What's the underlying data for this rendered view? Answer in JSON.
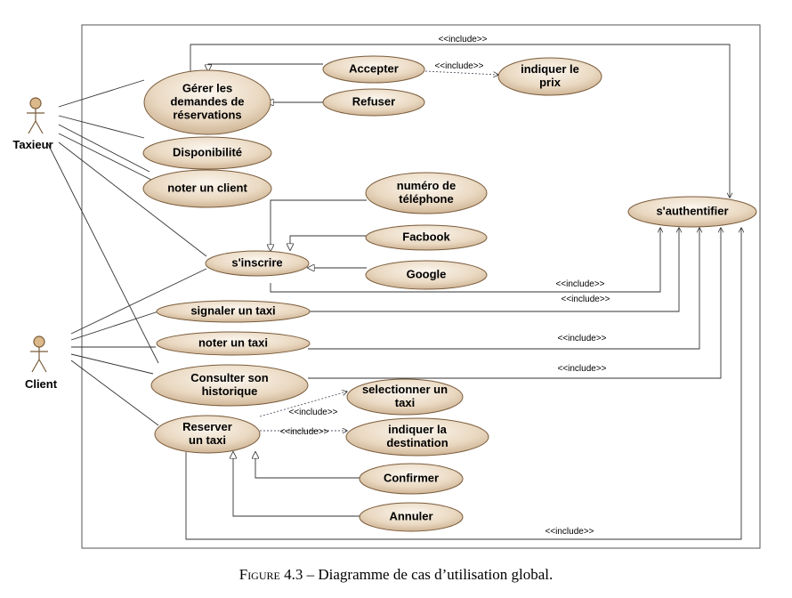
{
  "actors": {
    "taxieur": "Taxieur",
    "client": "Client"
  },
  "use_cases": {
    "gerer": [
      "Gérer les",
      "demandes de",
      "réservations"
    ],
    "accepter": [
      "Accepter"
    ],
    "refuser": [
      "Refuser"
    ],
    "indiquer_prix": [
      "indiquer le",
      "prix"
    ],
    "disponibilite": [
      "Disponibilité"
    ],
    "noter_client": [
      "noter un client"
    ],
    "numero": [
      "numéro de",
      "téléphone"
    ],
    "facbook": [
      "Facbook"
    ],
    "google": [
      "Google"
    ],
    "inscrire": [
      "s'inscrire"
    ],
    "authentifier": [
      "s'authentifier"
    ],
    "signaler": [
      "signaler un taxi"
    ],
    "noter_taxi": [
      "noter un taxi"
    ],
    "historique": [
      "Consulter son",
      "historique"
    ],
    "reserver": [
      "Reserver",
      "un taxi"
    ],
    "selectionner": [
      "selectionner un",
      "taxi"
    ],
    "destination": [
      "indiquer la",
      "destination"
    ],
    "confirmer": [
      "Confirmer"
    ],
    "annuler": [
      "Annuler"
    ]
  },
  "include_label": "<<include>>",
  "caption": {
    "figure_word": "Figure",
    "number": "4.3",
    "text": "– Diagramme de cas d’utilisation global."
  },
  "colors": {
    "ellipse_fill_light": "#fbf6ee",
    "ellipse_fill_dark": "#c9ad8c",
    "ellipse_stroke": "#7a5c3c",
    "actor_fill": "#dcb98a",
    "line": "#333333"
  }
}
